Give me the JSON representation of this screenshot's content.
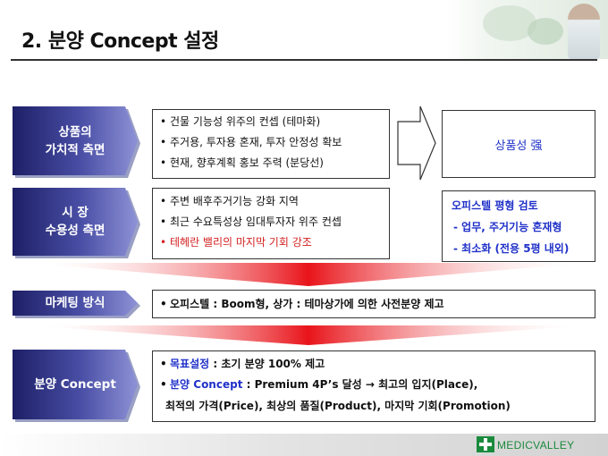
{
  "title": "2. 분양 Concept 설정",
  "sections": {
    "value": {
      "label_line1": "상품의",
      "label_line2": "가치적 측면",
      "bullets": [
        "건물 기능성 위주의 컨셉 (테마화)",
        "주거용, 투자용 혼재,  투자 안정성 확보",
        "현재, 향후계획 홍보 주력 (분당선)"
      ],
      "result": "상품성 强"
    },
    "market": {
      "label_line1": "시 장",
      "label_line2": "수용성 측면",
      "bullets": [
        "주변 배후주거기능 강화 지역",
        "최근 수요특성상 임대투자자 위주 컨셉"
      ],
      "bullet_highlight": "테헤란 밸리의 마지막 기회 강조",
      "result_lines": [
        "오피스텔 평형 검토",
        "- 업무, 주거기능 혼재형",
        "- 최소화 (전용 5평 내외)"
      ]
    },
    "marketing": {
      "label": "마케팅 방식",
      "bullet": "오피스텔 : Boom형,  상가 : 테마상가에 의한 사전분양 제고"
    },
    "concept": {
      "label": "분양 Concept",
      "b1_key": "목표설정",
      "b1_rest": " : 초기 분양 100% 제고",
      "b2_key": "분양 Concept",
      "b2_rest": " : Premium 4P’s 달성 → 최고의 입지(Place),",
      "b2_cont": "최적의 가격(Price), 최상의 품질(Product), 마지막 기회(Promotion)"
    }
  },
  "footer": {
    "brand": "MEDICVALLEY"
  },
  "colors": {
    "accent_red": "#d42020",
    "accent_blue": "#2031c9",
    "label_dark": "#1d1f66",
    "brand_green": "#1a8a3c"
  }
}
